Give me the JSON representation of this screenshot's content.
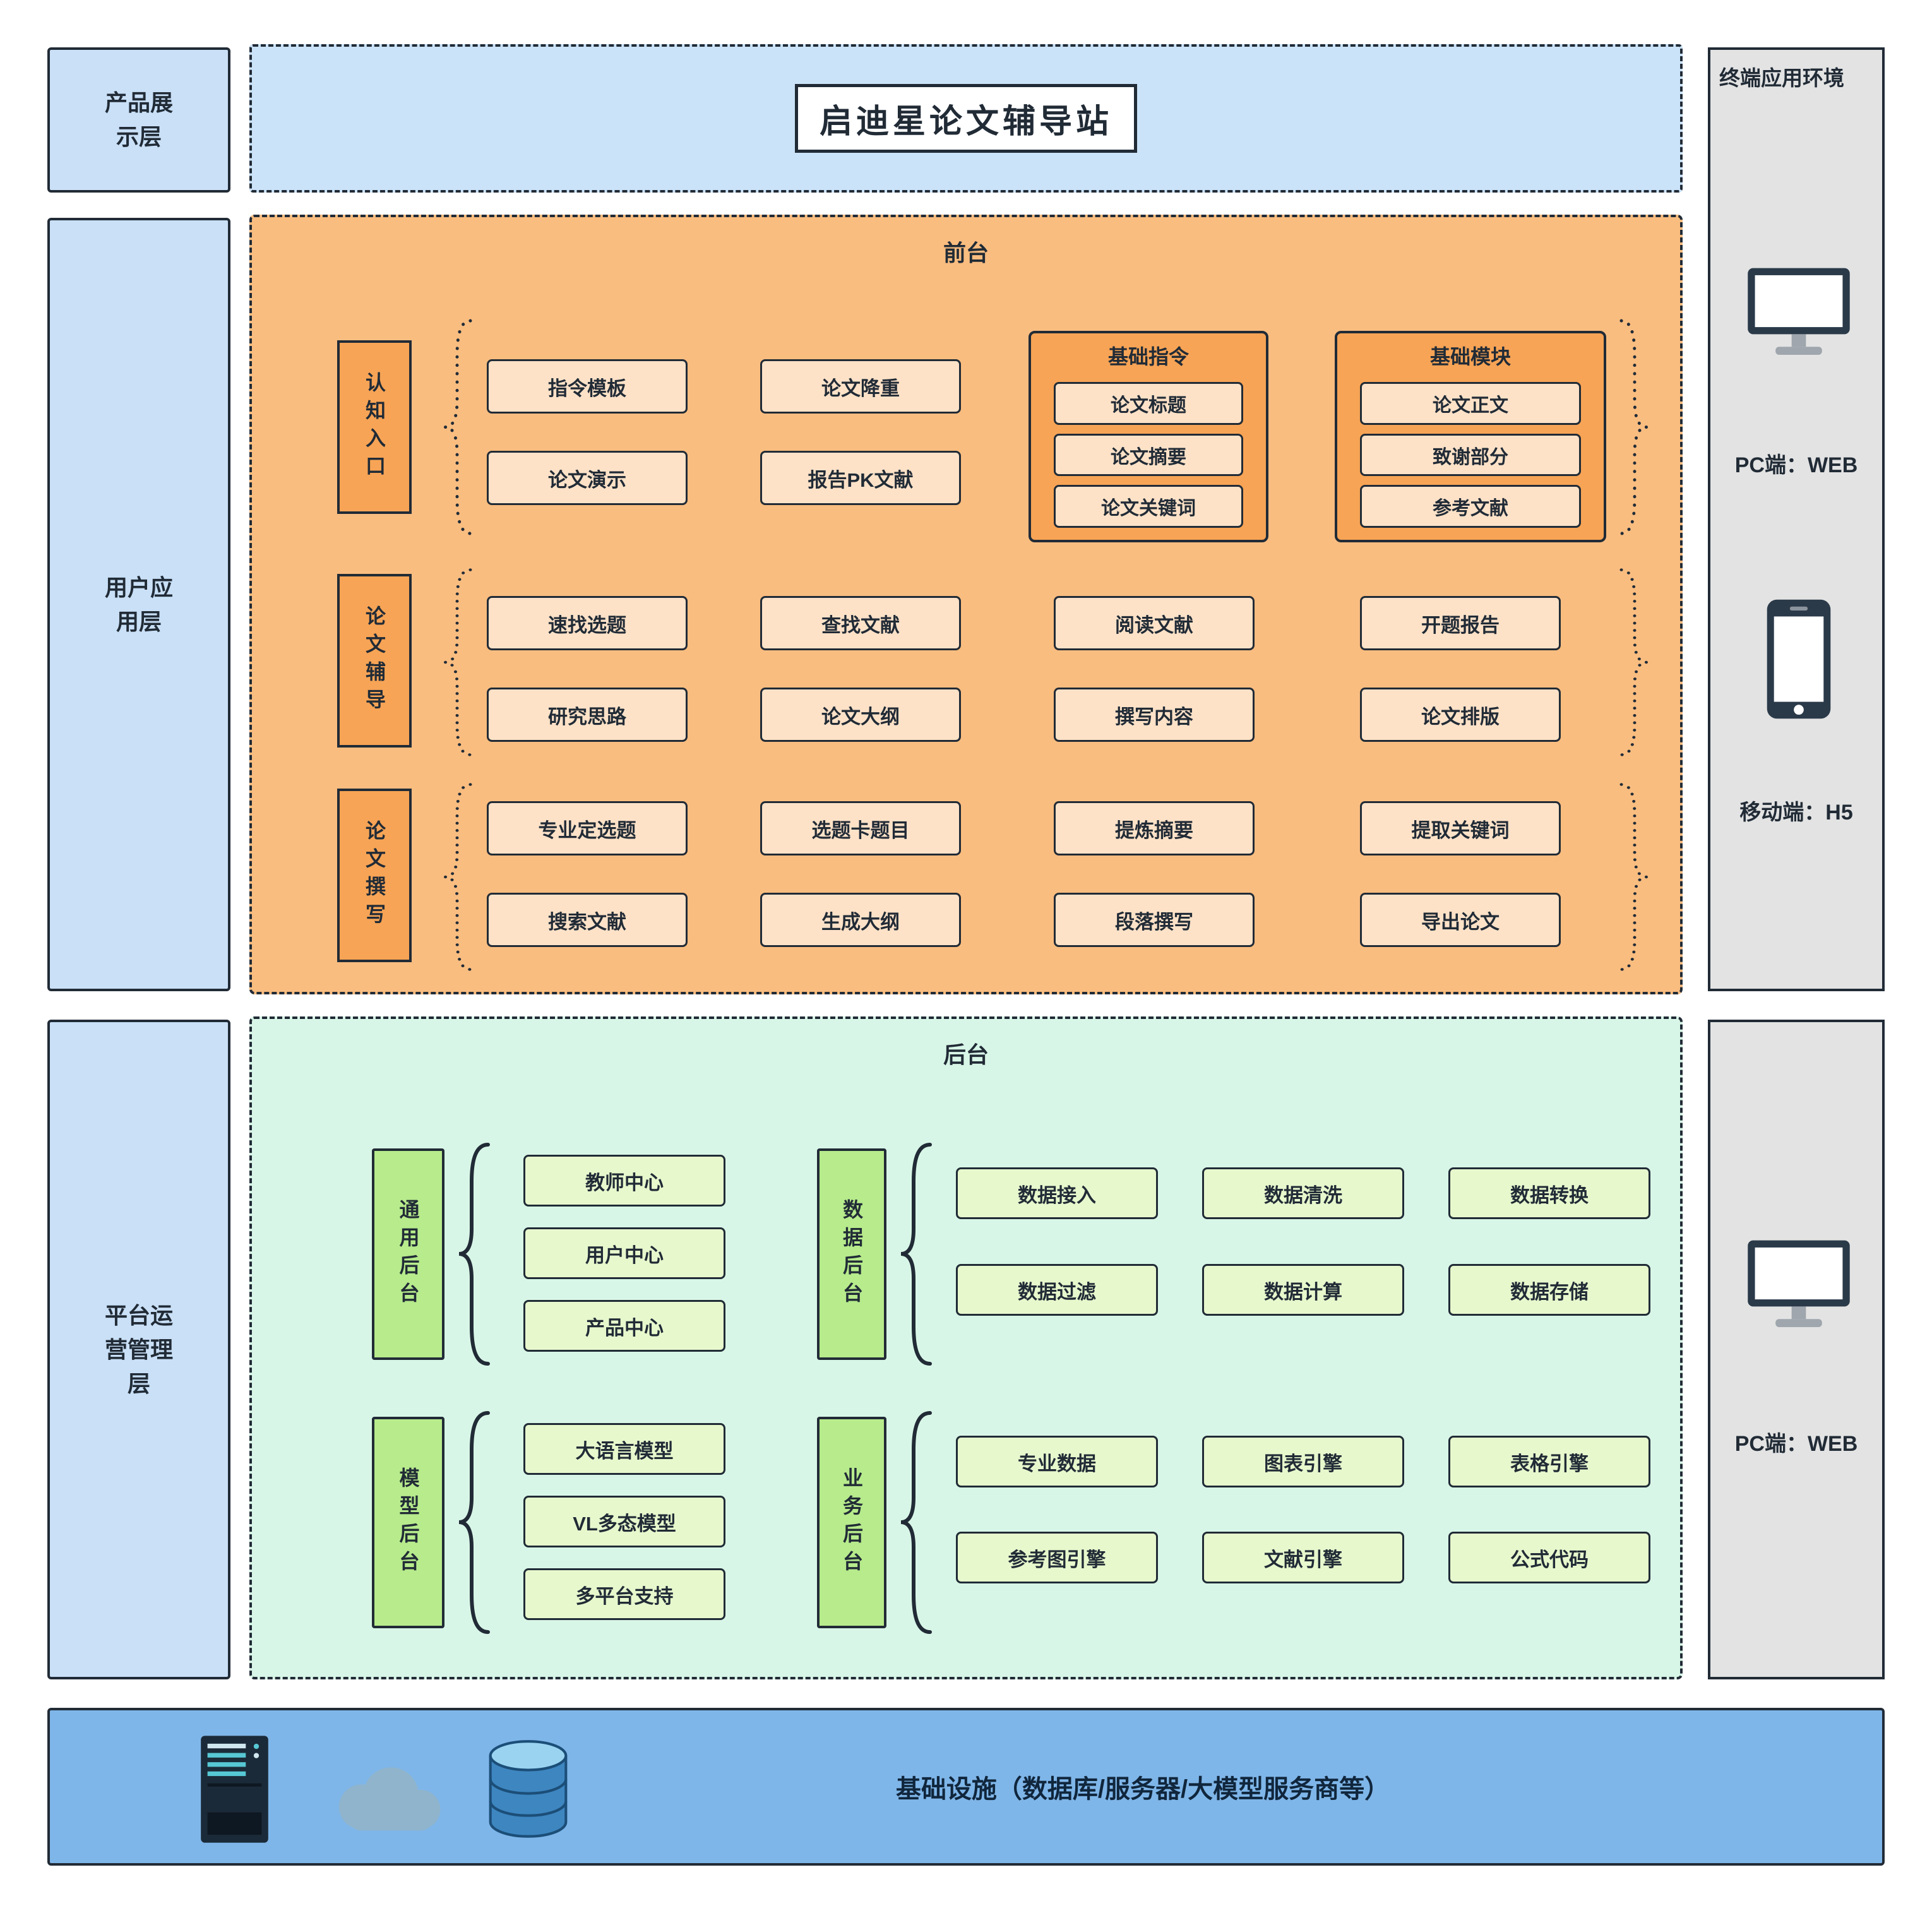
{
  "title": "启迪星论文辅导站",
  "layers": {
    "product": "产品展\n示层",
    "user": "用户应\n用层",
    "platform": "平台运\n营管理\n层"
  },
  "terminal": {
    "title": "终端应用环境",
    "top": {
      "pc": "PC端：WEB",
      "mobile": "移动端：H5"
    },
    "bottom": {
      "pc": "PC端：WEB"
    }
  },
  "frontend": {
    "title": "前台",
    "row1": {
      "label": "认知入口",
      "items": [
        "指令模板",
        "论文演示",
        "论文降重",
        "报告PK文献"
      ],
      "groups": [
        {
          "title": "基础指令",
          "items": [
            "论文标题",
            "论文摘要",
            "论文关键词"
          ]
        },
        {
          "title": "基础模块",
          "items": [
            "论文正文",
            "致谢部分",
            "参考文献"
          ]
        }
      ]
    },
    "row2": {
      "label": "论文辅导",
      "items": [
        "速找选题",
        "研究思路",
        "查找文献",
        "论文大纲",
        "阅读文献",
        "撰写内容",
        "开题报告",
        "论文排版"
      ]
    },
    "row3": {
      "label": "论文撰写",
      "items": [
        "专业定选题",
        "搜索文献",
        "选题卡题目",
        "生成大纲",
        "提炼摘要",
        "段落撰写",
        "提取关键词",
        "导出论文"
      ]
    }
  },
  "backend": {
    "title": "后台",
    "groups": [
      {
        "label": "通用后台",
        "items": [
          "教师中心",
          "用户中心",
          "产品中心"
        ]
      },
      {
        "label": "数据后台",
        "items": [
          "数据接入",
          "数据清洗",
          "数据转换",
          "数据过滤",
          "数据计算",
          "数据存储"
        ]
      },
      {
        "label": "模型后台",
        "items": [
          "大语言模型",
          "VL多态模型",
          "多平台支持"
        ]
      },
      {
        "label": "业务后台",
        "items": [
          "专业数据",
          "图表引擎",
          "表格引擎",
          "参考图引擎",
          "文献引擎",
          "公式代码"
        ]
      }
    ]
  },
  "infrastructure": {
    "label": "基础设施（数据库/服务器/大模型服务商等）"
  },
  "colors": {
    "layer_fill": "#C9E0F7",
    "banner_fill": "#CBE3F9",
    "frontend_fill": "#F9BD80",
    "frontend_accent": "#F7A456",
    "frontend_item": "#FDE2C8",
    "backend_fill": "#D8F6E7",
    "backend_accent": "#B7EB8C",
    "backend_item": "#E7F8CD",
    "terminal_fill": "#E3E3E3",
    "infra_fill": "#7FB6E9",
    "ink": "#212B36"
  }
}
